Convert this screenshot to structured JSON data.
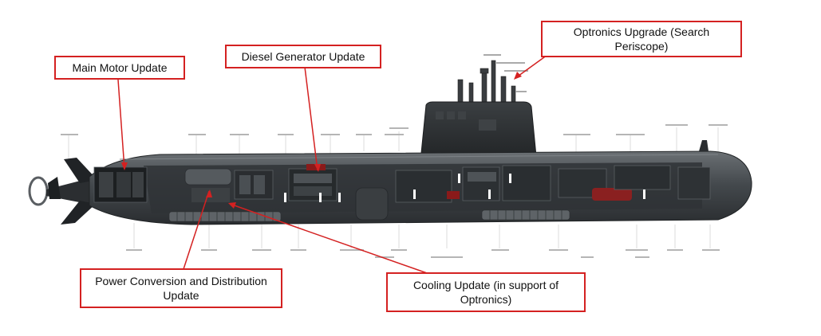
{
  "callouts": {
    "main_motor": "Main Motor Update",
    "diesel_generator": "Diesel Generator Update",
    "optronics": "Optronics Upgrade (Search Periscope)",
    "power_conversion": "Power Conversion and Distribution Update",
    "cooling": "Cooling Update (in support of Optronics)"
  },
  "colors": {
    "callout_border": "#d42121",
    "leader_line": "#d42121",
    "hull": "#4a4f53",
    "sail": "#2e3134"
  }
}
